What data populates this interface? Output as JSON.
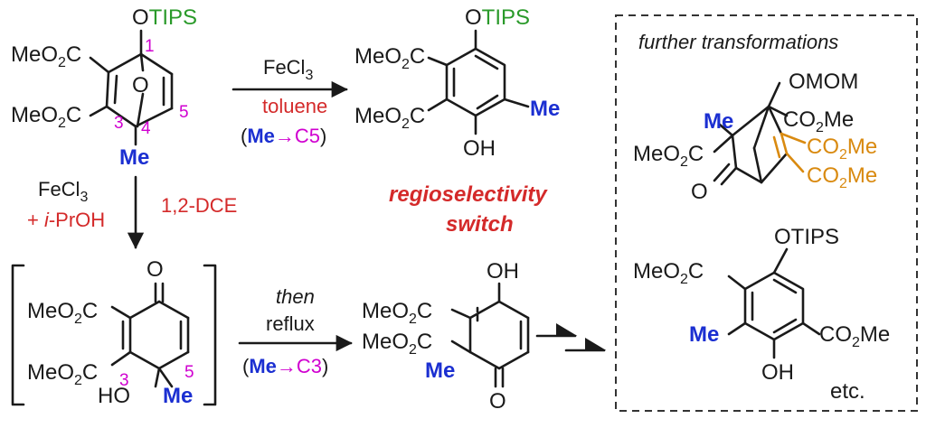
{
  "groups": {
    "otips": "OTIPS",
    "o": "O",
    "oh": "OH",
    "omom": "OMOM",
    "ho": "HO",
    "me": "Me",
    "meo2c_main": "MeO",
    "meo2c_sub": "2",
    "meo2c_tail": "C",
    "co2me_head": "CO",
    "co2me_sub": "2",
    "co2me_tail": "Me"
  },
  "atom_numbers": {
    "n1": "1",
    "n3": "3",
    "n4": "4",
    "n5": "5"
  },
  "conditions": {
    "top": {
      "reagent": "FeCl",
      "reagent_sub": "3",
      "solvent": "toluene",
      "open": "(",
      "me": "Me",
      "arrow": "→C5",
      "close": ")"
    },
    "down": {
      "reagent": "FeCl",
      "reagent_sub": "3",
      "additive_plus": "+ ",
      "additive_i": "i",
      "additive_rest": "-PrOH",
      "solvent": "1,2-DCE"
    },
    "bottom": {
      "then": "then",
      "reflux": "reflux",
      "open": "(",
      "me": "Me",
      "arrow": "→C3",
      "close": ")"
    }
  },
  "callout": {
    "line1": "regioselectivity",
    "line2": "switch"
  },
  "box": {
    "title": "further transformations",
    "etc": "etc."
  },
  "colors": {
    "tips_green": "#2a9a2a",
    "methyl_blue": "#1b2fd1",
    "condition_red": "#d42a2a",
    "number_magenta": "#d000d0",
    "ester_orange": "#d98a10"
  }
}
